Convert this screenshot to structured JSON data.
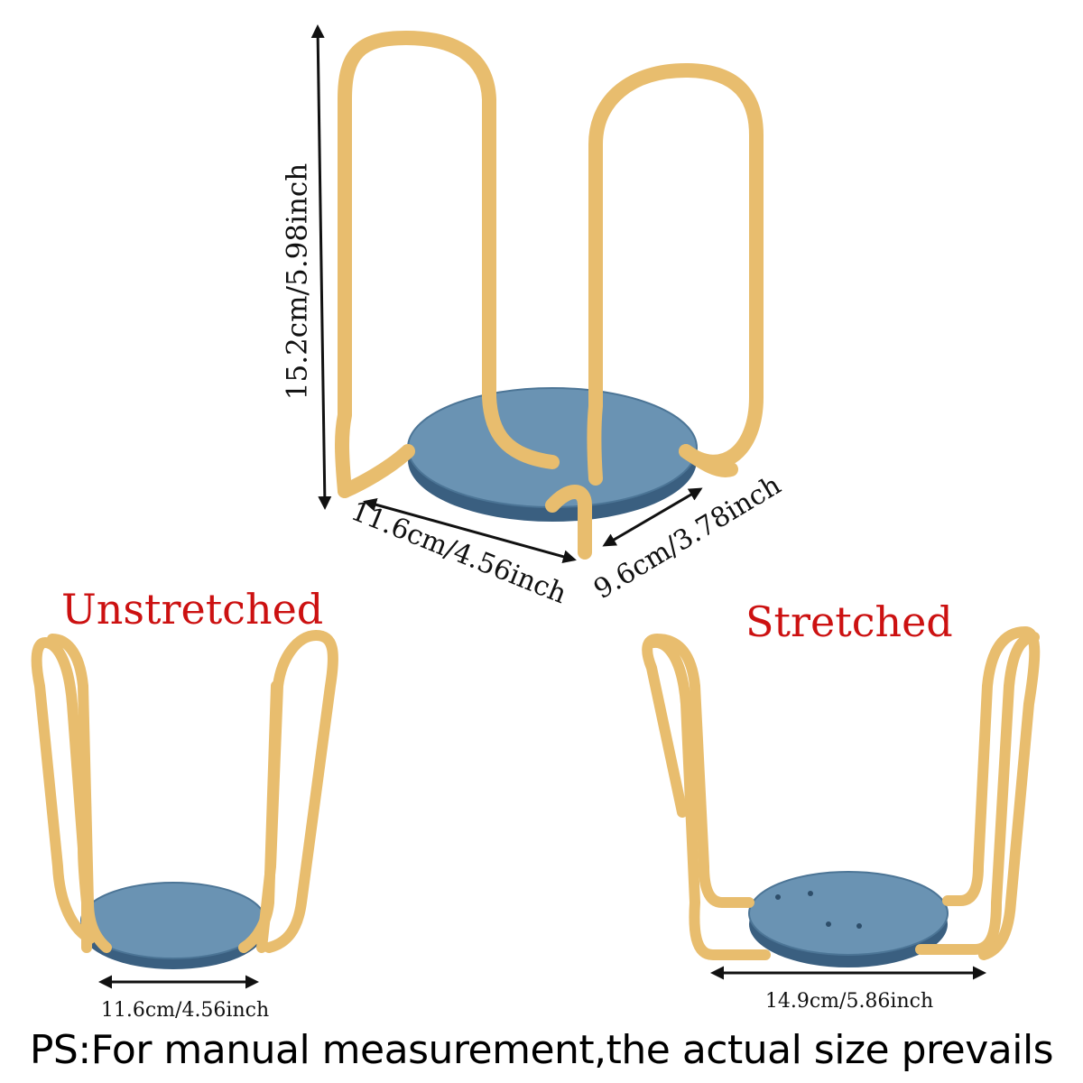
{
  "labels": {
    "unstretched": "Unstretched",
    "stretched": "Stretched"
  },
  "dimensions": {
    "height": "15.2cm/5.98inch",
    "width_top": "11.6cm/4.56inch",
    "depth_top": "9.6cm/3.78inch",
    "width_unstretched": "11.6cm/4.56inch",
    "width_stretched": "14.9cm/5.86inch"
  },
  "footnote": "PS:For manual measurement,the actual size prevails",
  "colors": {
    "frame": "#e8bd6e",
    "frame_edge": "#c79a4c",
    "base": "#6a93b3",
    "base_edge": "#4c7596",
    "base_side": "#3a5f80",
    "arrow": "#111111",
    "label_red": "#cc1111"
  }
}
